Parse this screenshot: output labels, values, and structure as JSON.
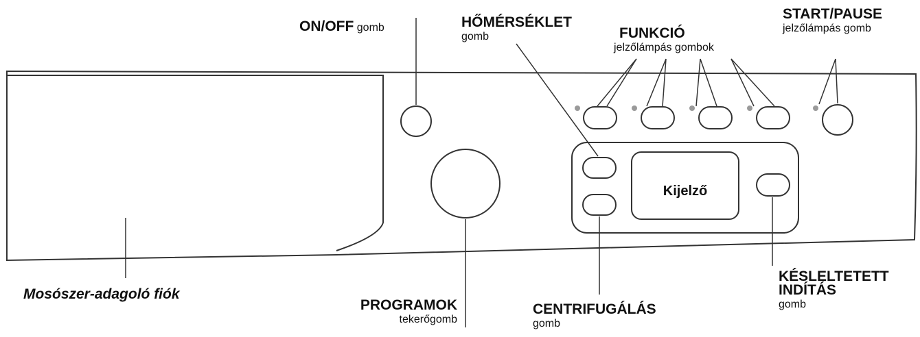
{
  "labels": {
    "on_off": {
      "bold": "ON/OFF",
      "normal": "gomb"
    },
    "temperature": {
      "bold": "HŐMÉRSÉKLET",
      "normal": "gomb"
    },
    "function": {
      "bold": "FUNKCIÓ",
      "normal": "jelzőlámpás gombok"
    },
    "start_pause": {
      "bold": "START/PAUSE",
      "normal": "jelzőlámpás gomb"
    },
    "drawer": "Mosószer-adagoló fiók",
    "programs": {
      "bold": "PROGRAMOK",
      "normal": "tekerőgomb"
    },
    "spin": {
      "bold": "CENTRIFUGÁLÁS",
      "normal": "gomb"
    },
    "delayed_start": {
      "bold_line1": "KÉSLELTETETT",
      "bold_line2": "INDÍTÁS",
      "normal": "gomb"
    },
    "display": "Kijelző"
  },
  "colors": {
    "stroke": "#333333",
    "led": "#9a9a9a"
  }
}
